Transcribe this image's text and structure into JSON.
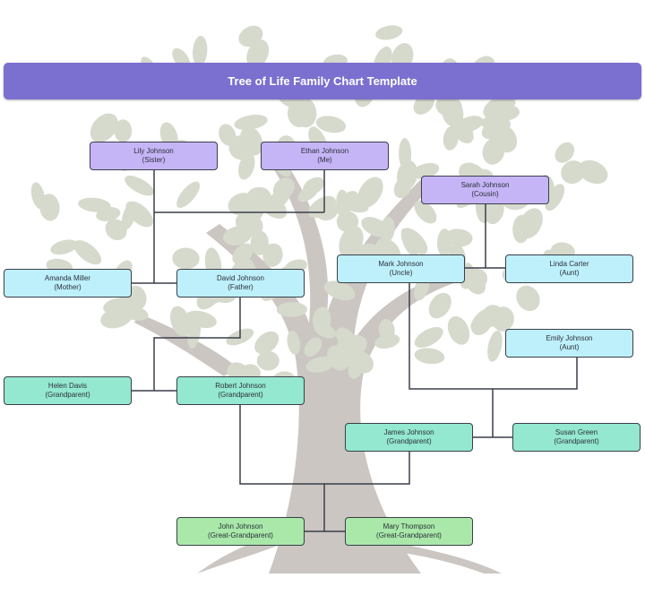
{
  "title": "Tree of Life Family Chart Template",
  "colors": {
    "header": "#7b6fcf",
    "sibling": "#c6b5f6",
    "parent": "#bdf0fb",
    "grandparent": "#93e8cf",
    "great_grandparent": "#a9e8a9",
    "connector": "#3a3f4a"
  },
  "nodes": {
    "lily": {
      "name": "Lily Johnson",
      "role": "(Sister)"
    },
    "ethan": {
      "name": "Ethan Johnson",
      "role": "(Me)"
    },
    "sarah": {
      "name": "Sarah Johnson",
      "role": "(Cousin)"
    },
    "amanda": {
      "name": "Amanda Miller",
      "role": "(Mother)"
    },
    "david": {
      "name": "David Johnson",
      "role": "(Father)"
    },
    "mark": {
      "name": "Mark Johnson",
      "role": "(Uncle)"
    },
    "linda": {
      "name": "Linda Carter",
      "role": "(Aunt)"
    },
    "emily": {
      "name": "Emily Johnson",
      "role": "(Aunt)"
    },
    "helen": {
      "name": "Helen Davis",
      "role": "(Grandparent)"
    },
    "robert": {
      "name": "Robert Johnson",
      "role": "(Grandparent)"
    },
    "james": {
      "name": "James Johnson",
      "role": "(Grandparent)"
    },
    "susan": {
      "name": "Susan Green",
      "role": "(Grandparent)"
    },
    "john": {
      "name": "John Johnson",
      "role": "(Great-Grandparent)"
    },
    "mary": {
      "name": "Mary Thompson",
      "role": "(Great-Grandparent)"
    }
  }
}
